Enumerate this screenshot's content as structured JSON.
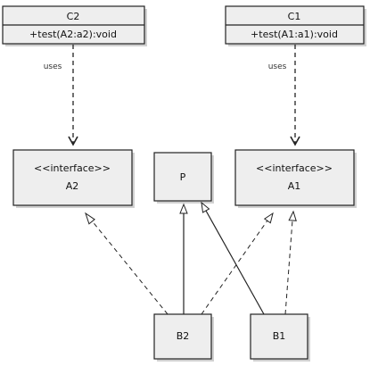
{
  "classes": {
    "c2": {
      "name": "C2",
      "method": "+test(A2:a2):void"
    },
    "c1": {
      "name": "C1",
      "method": "+test(A1:a1):void"
    },
    "a2": {
      "stereotype": "<<interface>>",
      "name": "A2"
    },
    "p": {
      "name": "P"
    },
    "a1": {
      "stereotype": "<<interface>>",
      "name": "A1"
    },
    "b2": {
      "name": "B2"
    },
    "b1": {
      "name": "B1"
    }
  },
  "relations": {
    "c2_to_a2": "uses",
    "c1_to_a1": "uses"
  }
}
